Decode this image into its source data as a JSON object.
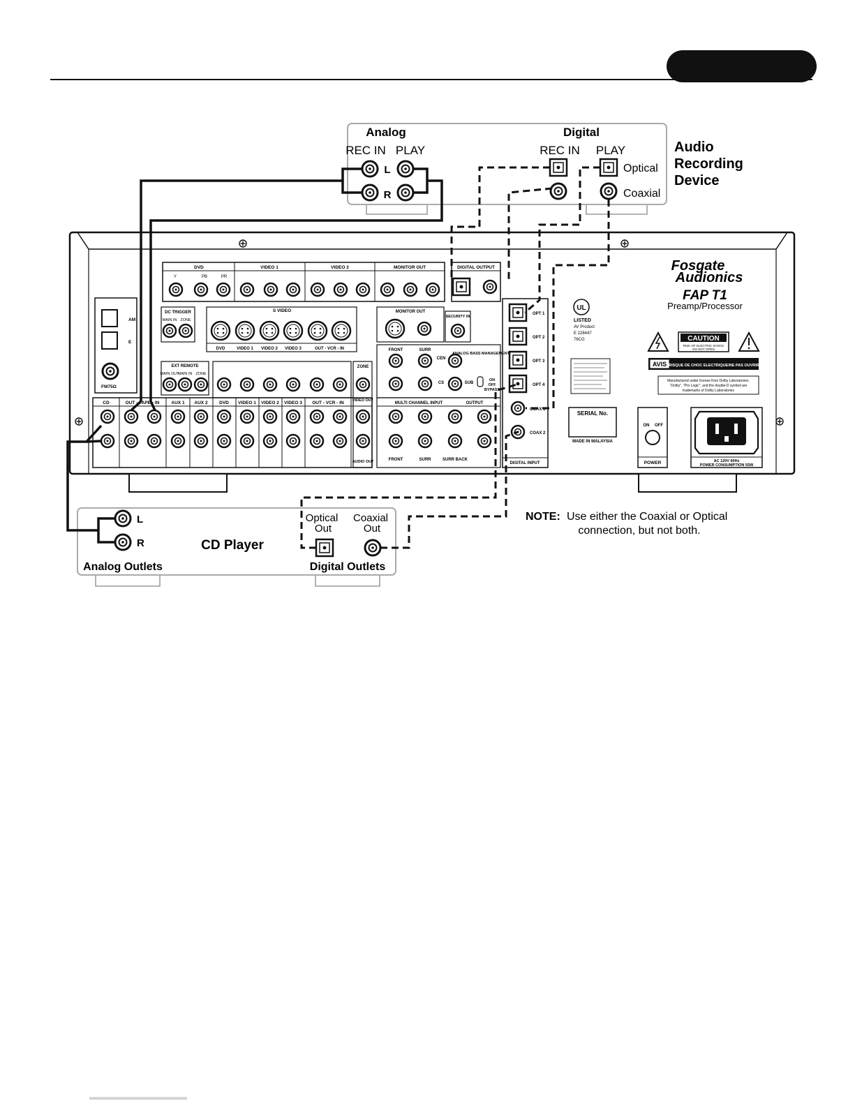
{
  "recorder": {
    "analog_title": "Analog",
    "digital_title": "Digital",
    "rec_in": "REC IN",
    "play": "PLAY",
    "left": "L",
    "right": "R",
    "optical": "Optical",
    "coaxial": "Coaxial",
    "device_name": [
      "Audio",
      "Recording",
      "Device"
    ]
  },
  "cd_player": {
    "title": "CD Player",
    "left": "L",
    "right": "R",
    "optical_out": [
      "Optical",
      "Out"
    ],
    "coaxial_out": [
      "Coaxial",
      "Out"
    ],
    "analog_outlets": "Analog Outlets",
    "digital_outlets": "Digital Outlets"
  },
  "note": {
    "label": "NOTE:",
    "line1": "Use either the Coaxial or Optical",
    "line2": "connection, but not both."
  },
  "receiver": {
    "brand_line1": "Fosgate",
    "brand_line2": "Audionics",
    "model": "FAP T1",
    "subtitle": "Preamp/Processor",
    "video_groups": [
      "DVD",
      "VIDEO 1",
      "VIDEO 2",
      "MONITOR OUT"
    ],
    "component_sub": [
      "Y",
      "PB",
      "PR"
    ],
    "digital_output": "DIGITAL OUTPUT",
    "s_video": "S VIDEO",
    "s_video_labels": [
      "DVD",
      "VIDEO 1",
      "VIDEO 2",
      "VIDEO 3",
      "OUT - VCR - IN"
    ],
    "monitor_out": "MONITOR OUT",
    "security_in": "SECURITY IN",
    "dc_trigger": "DC TRIGGER",
    "dc_main": "MAIN IN",
    "dc_zone": "ZONE",
    "ext_remote": "EXT REMOTE",
    "ext_main_out": "MAIN OUT",
    "ext_main_in": "MAIN IN",
    "ext_zone": "ZONE",
    "am": "AM",
    "e": "E",
    "fm": "FM75Ω",
    "analog_groups": [
      "CD",
      "OUT - TAPE - IN",
      "AUX 1",
      "AUX 2",
      "DVD",
      "VIDEO 1",
      "VIDEO 2",
      "VIDEO 3",
      "OUT - VCR - IN"
    ],
    "zone": "ZONE",
    "video_out": "VIDEO OUT",
    "audio_out": "AUDIO OUT",
    "front": "FRONT",
    "surr": "SURR",
    "cen": "CEN",
    "cs": "CS",
    "sub": "SUB",
    "bass_mgmt": "ANALOG BASS MANAGEMENT",
    "on_off_bypass": [
      "ON",
      "OFF",
      "BYPASS"
    ],
    "multi_input": "MULTI CHANNEL INPUT",
    "output": "OUTPUT",
    "surr_back": "SURR BACK",
    "opt_labels": [
      "OPT 1",
      "OPT 2",
      "OPT 3",
      "OPT 4"
    ],
    "coax_labels": [
      "COAX 1",
      "COAX 2"
    ],
    "digital_input": "DIGITAL INPUT",
    "listed": "LISTED",
    "av_product": "AV Product",
    "ul_number": "E 228447",
    "ul_code": "76CG",
    "caution": "CAUTION",
    "caution_sub1": "RISK OF ELECTRIC SHOCK",
    "caution_sub2": "DO NOT OPEN",
    "avis": "AVIS",
    "avis_text": "RISQUE DE CHOC ELECTRIQUE/NE PAS OUVRIR",
    "dolby_text1": "Manufactured under license from Dolby Laboratories.",
    "dolby_text2": "\"Dolby\", \"Pro Logic\", and the double-D symbol are",
    "dolby_text3": "trademarks of Dolby Laboratories",
    "serial": "SERIAL No.",
    "made_in": "MADE IN MALAYSIA",
    "power": "POWER",
    "on": "ON",
    "off": "OFF",
    "ac1": "AC 120V 60Hz",
    "ac2": "POWER CONSUMPTION 55W"
  }
}
